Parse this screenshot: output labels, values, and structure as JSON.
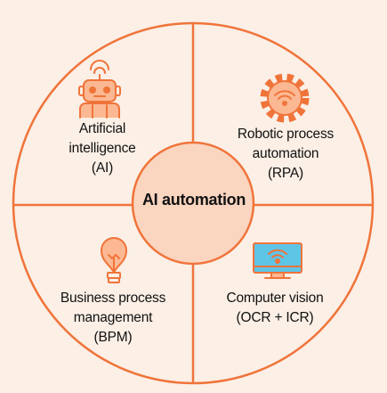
{
  "colors": {
    "background": "#fbefe6",
    "stroke": "#f0743a",
    "center_fill": "#fad5c0",
    "icon_fill": "#fbb893",
    "screen_fill": "#5ec5e7",
    "text": "#111111"
  },
  "center": {
    "label": "AI automation"
  },
  "quadrants": [
    {
      "id": "ai",
      "icon": "robot-icon",
      "lines": [
        "Artificial",
        "intelligence",
        "(AI)"
      ]
    },
    {
      "id": "rpa",
      "icon": "gear-wifi-icon",
      "lines": [
        "Robotic process",
        "automation",
        "(RPA)"
      ]
    },
    {
      "id": "bpm",
      "icon": "lightbulb-icon",
      "lines": [
        "Business process",
        "management",
        "(BPM)"
      ]
    },
    {
      "id": "cv",
      "icon": "monitor-wifi-icon",
      "lines": [
        "Computer vision",
        "(OCR + ICR)"
      ]
    }
  ]
}
